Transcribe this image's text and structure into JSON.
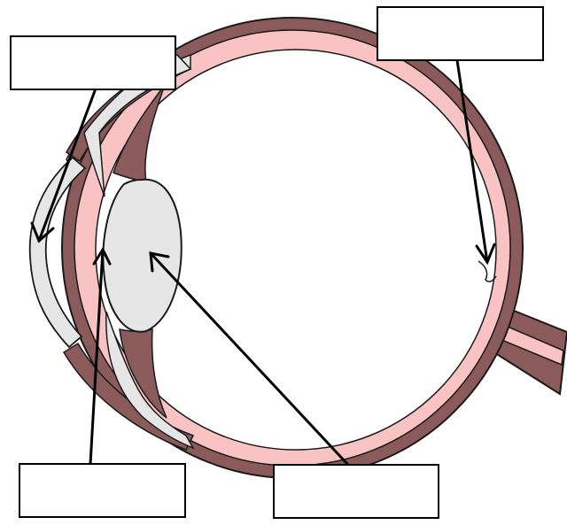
{
  "colors": {
    "sclera_outer": "#8b5a5a",
    "choroid_pink": "#f9c3c3",
    "cornea_gray": "#e6e6e6",
    "lens_gray": "#e6e6e6",
    "outline": "#1a1a1a",
    "arrow": "#000000",
    "background": "#ffffff"
  },
  "labels": [
    {
      "id": "top-left",
      "text": ""
    },
    {
      "id": "top-right",
      "text": ""
    },
    {
      "id": "bottom-left",
      "text": ""
    },
    {
      "id": "bottom-right",
      "text": ""
    }
  ]
}
